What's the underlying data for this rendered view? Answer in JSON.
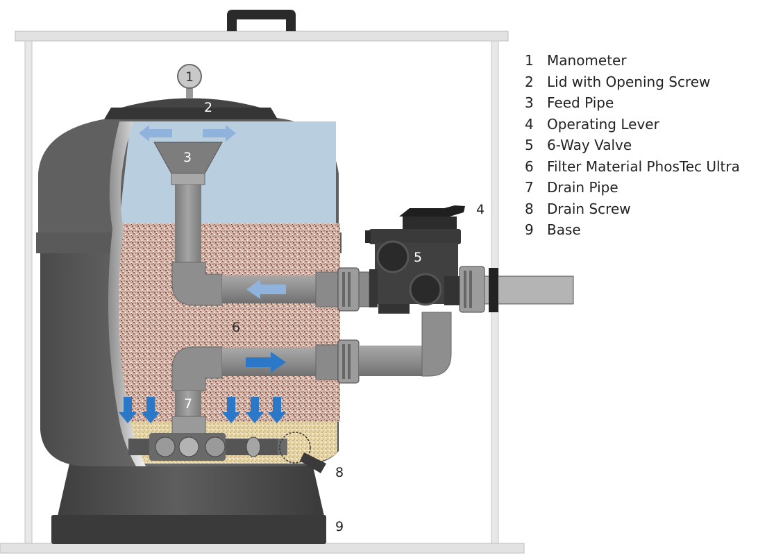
{
  "legend": [
    {
      "number": "1",
      "label": "Manometer"
    },
    {
      "number": "2",
      "label": "Lid with Opening Screw"
    },
    {
      "number": "3",
      "label": "Feed Pipe"
    },
    {
      "number": "4",
      "label": "Operating Lever"
    },
    {
      "number": "5",
      "label": "6-Way Valve"
    },
    {
      "number": "6",
      "label": "Filter Material PhosTec Ultra"
    },
    {
      "number": "7",
      "label": "Drain Pipe"
    },
    {
      "number": "8",
      "label": "Drain Screw"
    },
    {
      "number": "9",
      "label": "Base"
    }
  ],
  "callouts": {
    "manometer": "1",
    "lid": "2",
    "feed_pipe": "3",
    "operating_lever": "4",
    "valve": "5",
    "filter_material": "6",
    "drain_pipe": "7",
    "drain_screw": "8",
    "base": "9"
  },
  "colors": {
    "water": "#b9cfe0",
    "flow_arrow": "#2b78c9",
    "light_arrow": "#8fb3dd",
    "pipe": "#8e8e8e",
    "tank_shell": "#5f5f5f",
    "valve": "#3a3a3a"
  }
}
